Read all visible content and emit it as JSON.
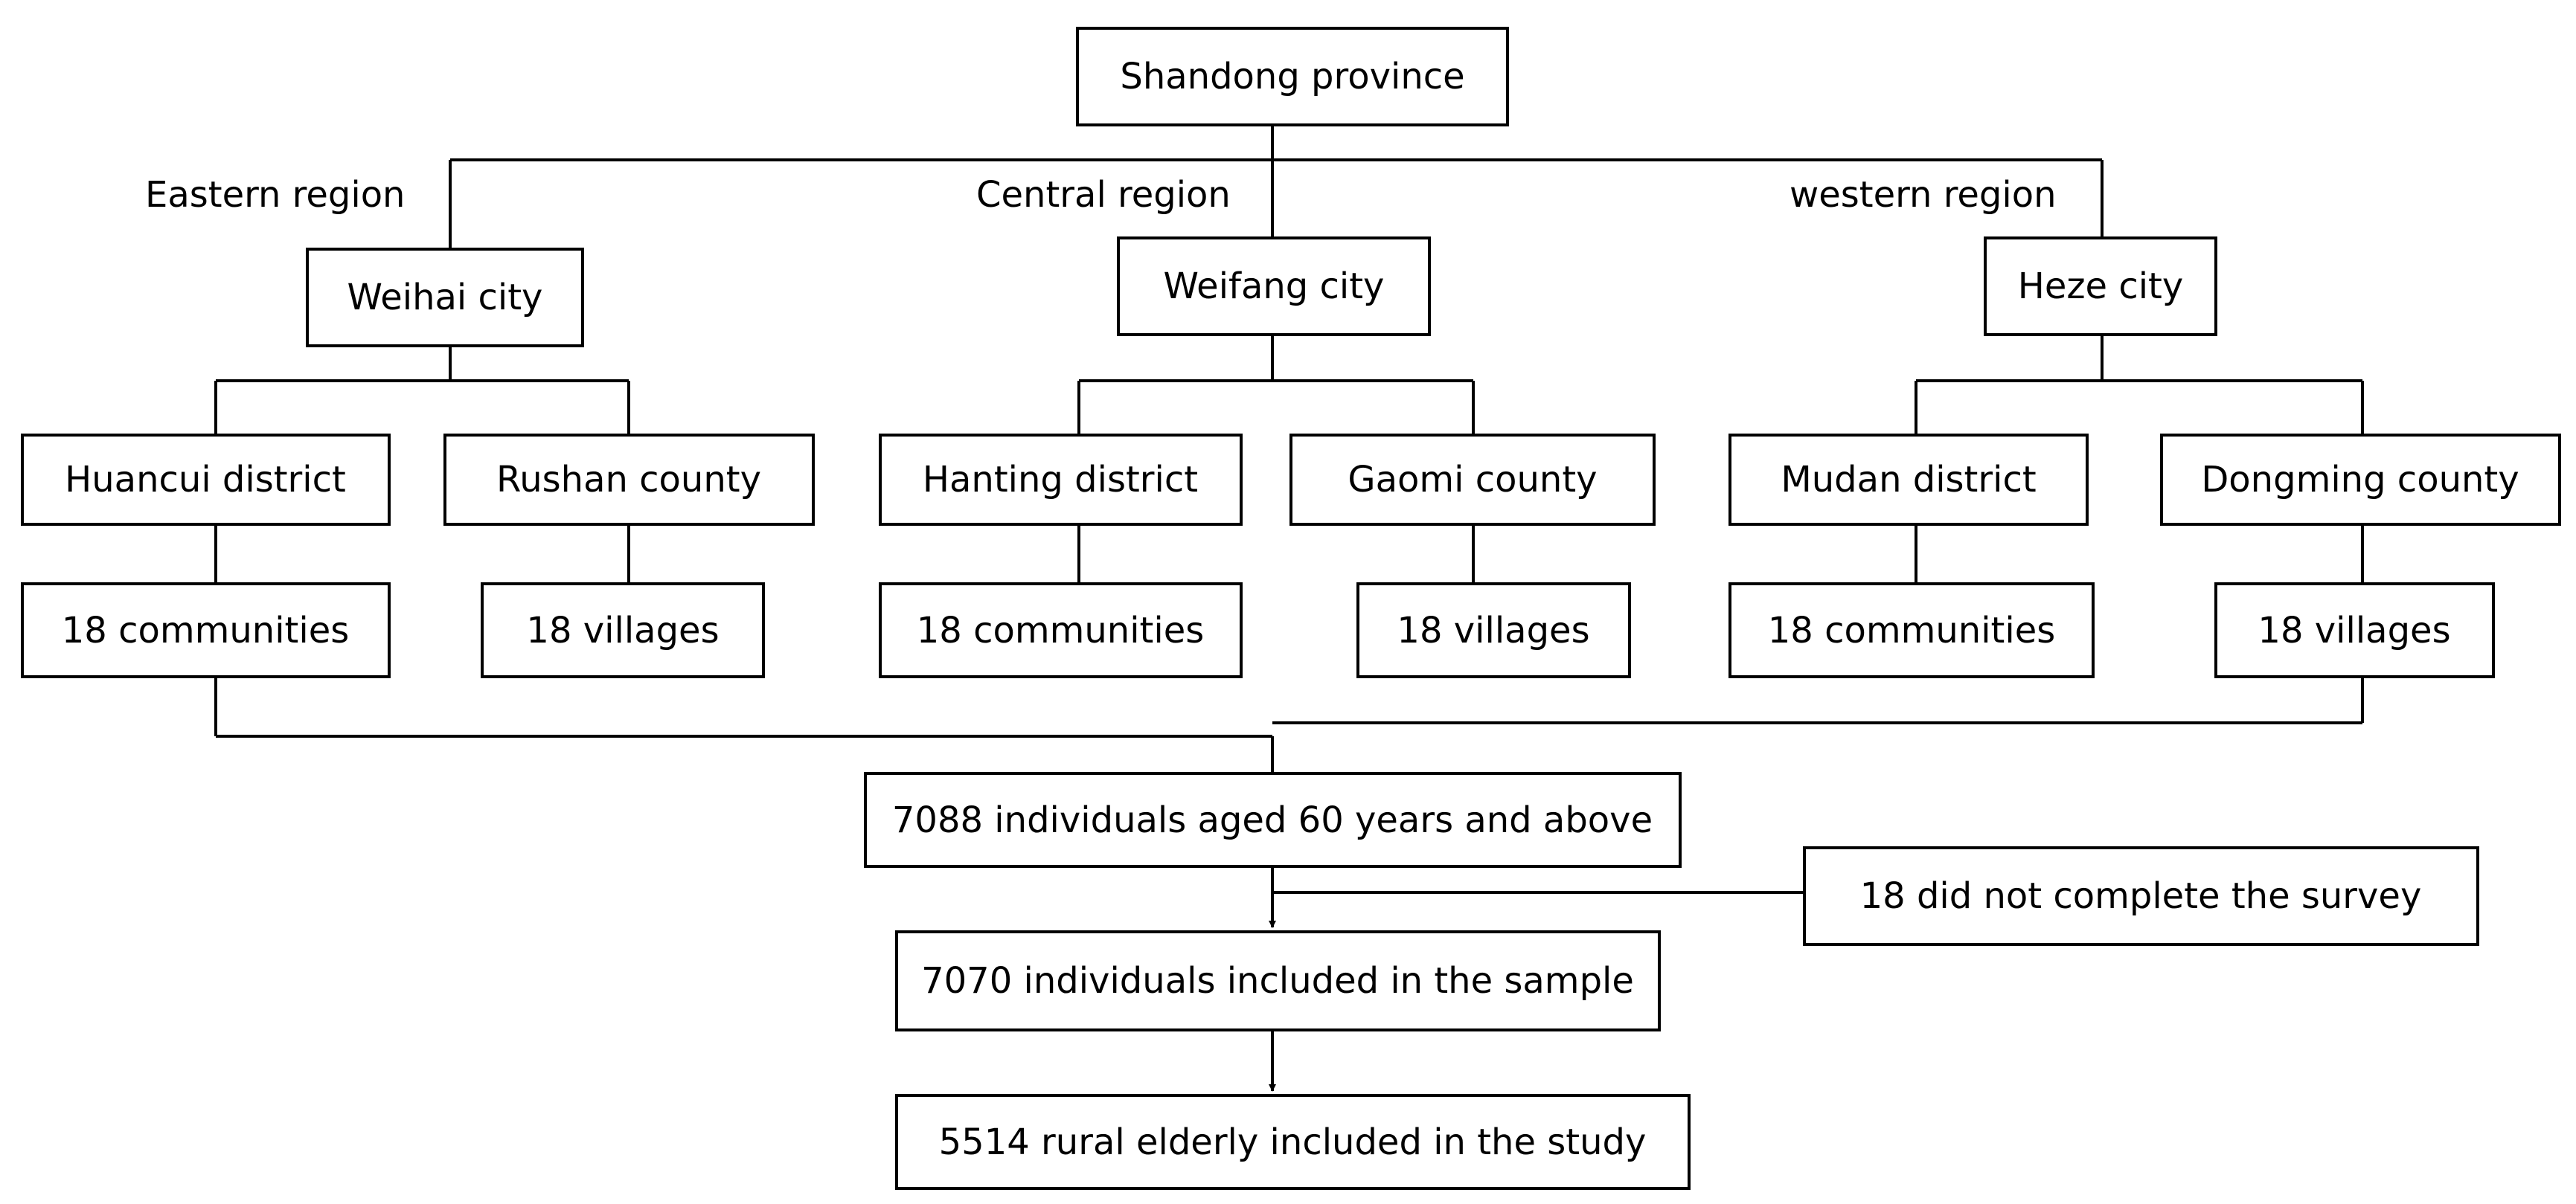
{
  "root": "Shandong province",
  "regions": {
    "eastern": "Eastern region",
    "central": "Central region",
    "western": "western region"
  },
  "cities": {
    "weihai": "Weihai city",
    "weifang": "Weifang city",
    "heze": "Heze city"
  },
  "districts": {
    "huancui": "Huancui district",
    "rushan": "Rushan county",
    "hanting": "Hanting district",
    "gaomi": "Gaomi county",
    "mudan": "Mudan district",
    "dongming": "Dongming county"
  },
  "units": {
    "huancui": "18 communities",
    "rushan": "18 villages",
    "hanting": "18 communities",
    "gaomi": "18 villages",
    "mudan": "18 communities",
    "dongming": "18 villages"
  },
  "flow": {
    "total": "7088 individuals aged 60 years and above",
    "excluded": "18 did not complete the survey",
    "sample": "7070 individuals included in the sample",
    "study": "5514 rural elderly included in the study"
  }
}
